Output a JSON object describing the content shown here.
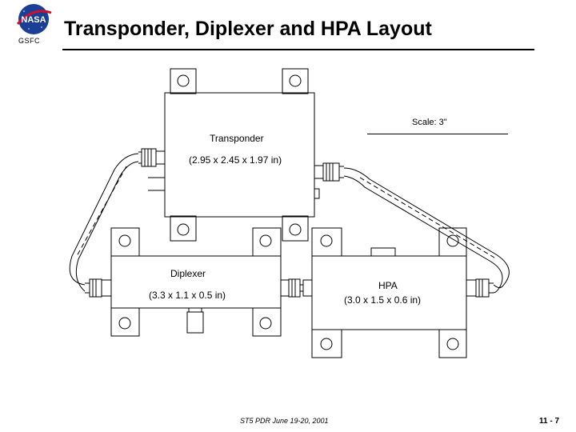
{
  "header": {
    "logo_text": "NASA",
    "org_label": "GSFC",
    "title": "Transponder, Diplexer and HPA Layout"
  },
  "diagram": {
    "scale_label": "Scale: 3\"",
    "transponder": {
      "name": "Transponder",
      "dims": "(2.95 x 2.45 x 1.97 in)"
    },
    "diplexer": {
      "name": "Diplexer",
      "dims": "(3.3 x 1.1 x 0.5 in)"
    },
    "hpa": {
      "name": "HPA",
      "dims": "(3.0 x 1.5 x 0.6 in)"
    }
  },
  "footer": {
    "event": "ST5 PDR June 19-20, 2001",
    "page": "11 - 7"
  }
}
